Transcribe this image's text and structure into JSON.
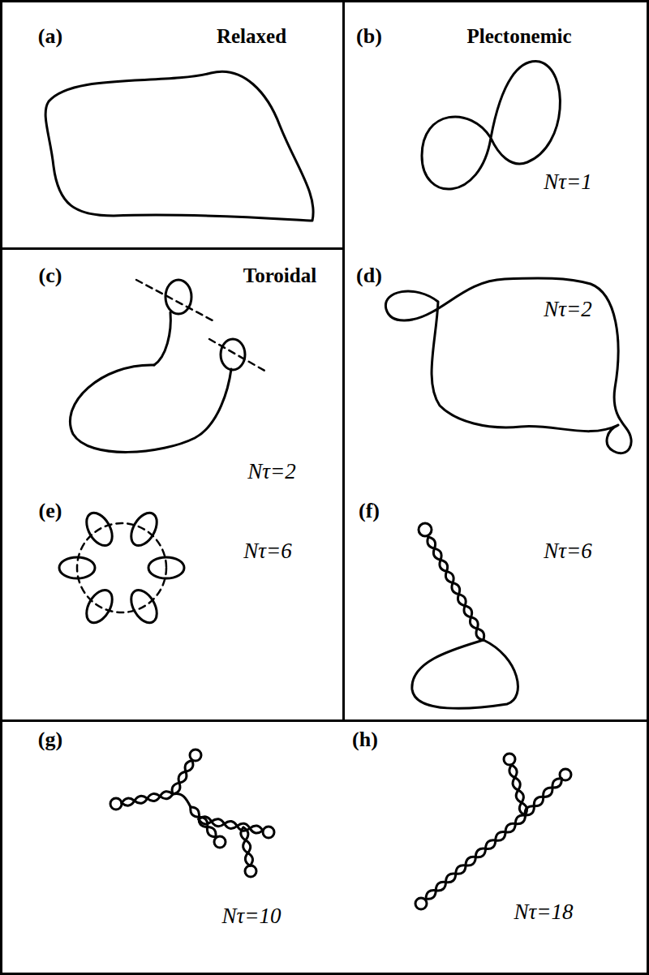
{
  "diagram": {
    "nodes": [
      {
        "text": [
          "(b)",
          "Plectonemic",
          "Nτ=1",
          "(d)",
          "Nτ=2",
          "(f)",
          "Nτ=6"
        ]
      },
      {
        "text": [
          "(a)",
          "Relaxed"
        ],
        "in": 0
      },
      {
        "text": [
          "(c)",
          "Toroidal",
          "Nτ=2",
          "(e)",
          "Nτ=6"
        ],
        "in": 0
      },
      {
        "text": [
          "(g)",
          "Nτ=10",
          "(h)",
          "Nτ=18"
        ],
        "in": 0
      }
    ]
  }
}
